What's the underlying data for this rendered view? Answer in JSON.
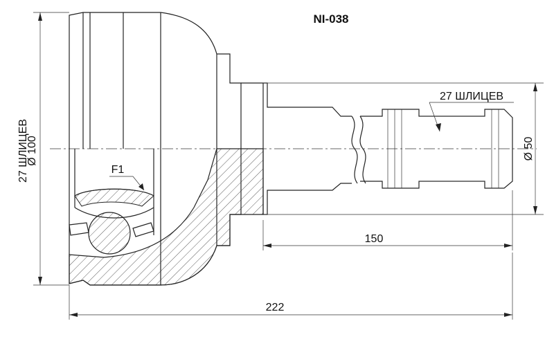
{
  "title": "NI-038",
  "labels": {
    "inner_splines": "27 ШЛИЦЕВ",
    "outer_diameter": "Ø 100",
    "outer_splines": "27 ШЛИЦЕВ",
    "shaft_diameter": "Ø 50",
    "shaft_length": "150",
    "total_length": "222",
    "detail_marker": "F1"
  },
  "colors": {
    "line": "#222222",
    "background": "#ffffff"
  }
}
